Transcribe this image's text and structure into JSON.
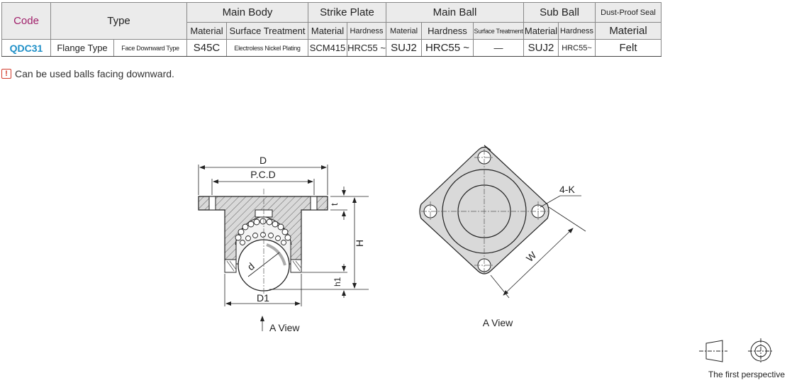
{
  "table": {
    "h_code": "Code",
    "h_type": "Type",
    "h_main_body": "Main Body",
    "h_strike_plate": "Strike Plate",
    "h_main_ball": "Main Ball",
    "h_sub_ball": "Sub Ball",
    "h_dust_seal": "Dust-Proof Seal",
    "sub": {
      "mb_material": "Material",
      "mb_surface": "Surface Treatment",
      "sp_material": "Material",
      "sp_hardness": "Hardness",
      "mball_material": "Material",
      "mball_hardness": "Hardness",
      "mball_surface": "Surface Treatment",
      "sball_material": "Material",
      "sball_hardness": "Hardness",
      "seal_material": "Material"
    },
    "row": {
      "code": "QDC31",
      "type1": "Flange Type",
      "type2": "Face Downward Type",
      "mb_material": "S45C",
      "mb_surface": "Electroless Nickel Plating",
      "sp_material": "SCM415",
      "sp_hardness": "HRC55 ~",
      "mball_material": "SUJ2",
      "mball_hardness": "HRC55 ~",
      "mball_surface": "—",
      "sball_material": "SUJ2",
      "sball_hardness": "HRC55~",
      "seal_material": "Felt"
    }
  },
  "note": {
    "icon": "exclamation-icon",
    "text": "Can be used balls facing downward."
  },
  "drawing": {
    "dim_D": "D",
    "dim_PCD": "P.C.D",
    "dim_t": "t",
    "dim_H": "H",
    "dim_h1": "h1",
    "dim_d": "d",
    "dim_D1": "D1",
    "dim_4K": "4-K",
    "dim_W": "W",
    "a_view_arrow": "A View",
    "a_view_label": "A View",
    "projection_label": "The first perspective"
  },
  "colors": {
    "code_header": "#a01f6a",
    "code_value": "#1e8fc7",
    "header_bg": "#ebebeb",
    "part_fill": "#d9d9d9"
  }
}
